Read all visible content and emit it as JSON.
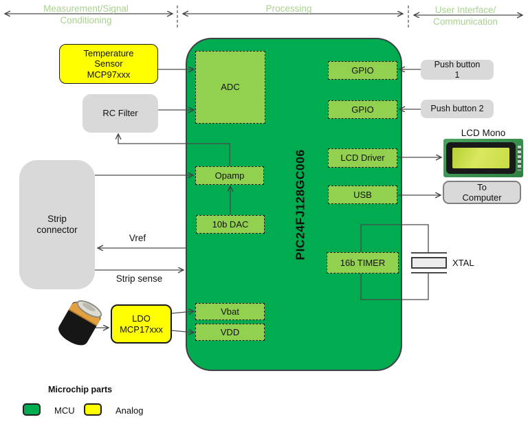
{
  "colors": {
    "mcu_green": "#00AC4F",
    "block_green": "#92D050",
    "analog_yellow": "#FFFF00",
    "box_gray": "#D9D9D9",
    "header_green": "#A9D18E"
  },
  "header": {
    "sections": [
      {
        "label": "Measurement/Signal\nConditioning"
      },
      {
        "label": "Processing"
      },
      {
        "label": "User Interface/\nCommunication"
      }
    ]
  },
  "blocks": {
    "temp_sensor": "Temperature\nSensor\nMCP97xxx",
    "rc_filter": "RC Filter",
    "strip_connector": "Strip\nconnector",
    "ldo": "LDO\nMCP17xxx",
    "mcu_name": "PIC24FJ128GC006",
    "adc": "ADC",
    "opamp": "Opamp",
    "dac": "10b DAC",
    "vbat": "Vbat",
    "vdd": "VDD",
    "gpio1": "GPIO",
    "gpio2": "GPIO",
    "lcd_driver": "LCD Driver",
    "usb": "USB",
    "timer": "16b TIMER"
  },
  "right": {
    "push_button_1": "Push button\n1",
    "push_button_2": "Push button 2",
    "lcd_mono_label": "LCD Mono",
    "to_computer": "To\nComputer",
    "xtal": "XTAL"
  },
  "signals": {
    "vref": "Vref",
    "strip_sense": "Strip sense"
  },
  "legend": {
    "title": "Microchip parts",
    "mcu": "MCU",
    "analog": "Analog"
  }
}
